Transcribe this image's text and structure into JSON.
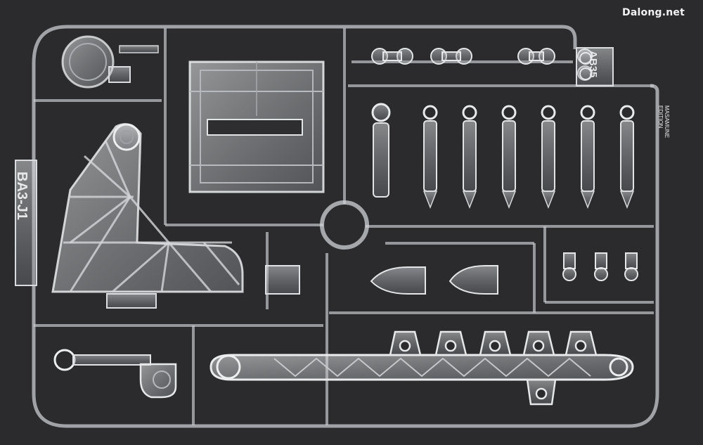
{
  "watermark": "Dalong.net",
  "runner_tag_left": "BA3-J1",
  "runner_tag_right": "AB35",
  "runner_tag_small": "MASAMUNE EDITION",
  "colors": {
    "background": "#2b2b2d",
    "plastic": "#c8c9cc",
    "plastic_edge": "#eef0f2",
    "plastic_shadow": "#8a8c90"
  }
}
